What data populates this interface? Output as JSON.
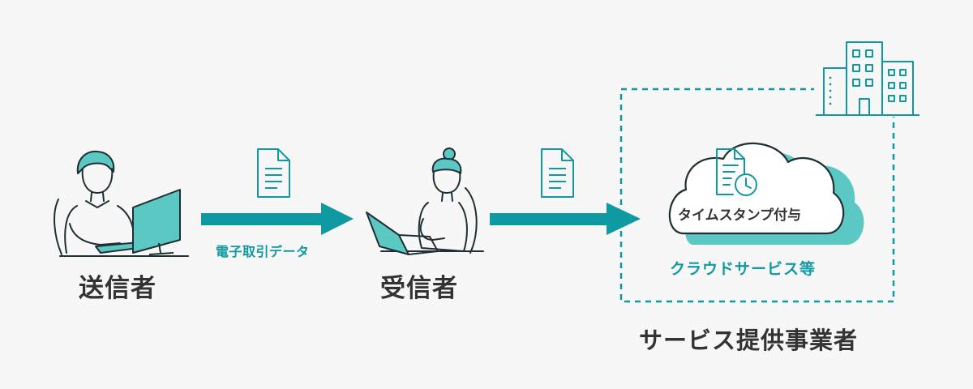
{
  "participants": {
    "sender": "送信者",
    "receiver": "受信者",
    "provider": "サービス提供事業者"
  },
  "flow": {
    "data_label": "電子取引データ"
  },
  "cloud": {
    "stamp_label": "タイムスタンプ付与",
    "service_label": "クラウドサービス等"
  },
  "colors": {
    "teal": "#0e9aa0",
    "teal_light": "#5cc8c4",
    "text": "#333333",
    "background": "#f7f7f7"
  },
  "icons": [
    "person-at-desktop-icon",
    "person-with-laptop-icon",
    "document-icon",
    "building-icon",
    "cloud-icon",
    "timestamp-document-icon",
    "arrow-right-icon"
  ]
}
